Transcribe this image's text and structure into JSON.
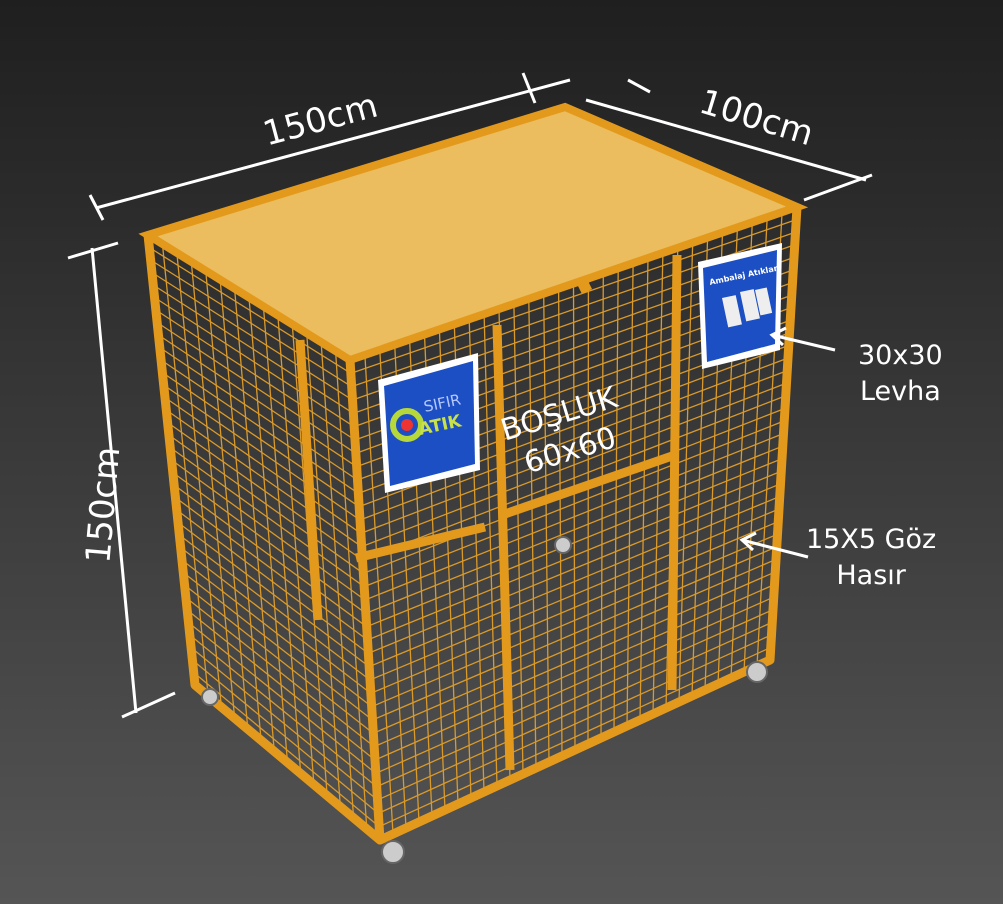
{
  "dimensions": {
    "width": "150cm",
    "depth": "100cm",
    "height": "150cm"
  },
  "annotations": {
    "opening_line1": "BOŞLUK",
    "opening_line2": "60x60",
    "sign_size_line1": "30x30",
    "sign_size_line2": "Levha",
    "mesh_line1": "15X5 Göz",
    "mesh_line2": "Hasır"
  },
  "signs": {
    "left_logo_line1": "SIFIR",
    "left_logo_line2": "ATIK",
    "right_title": "Ambalaj Atıkları"
  },
  "colors": {
    "frame": "#e8a323",
    "top": "#ebbd5e",
    "sign_blue": "#1d4fc4"
  }
}
